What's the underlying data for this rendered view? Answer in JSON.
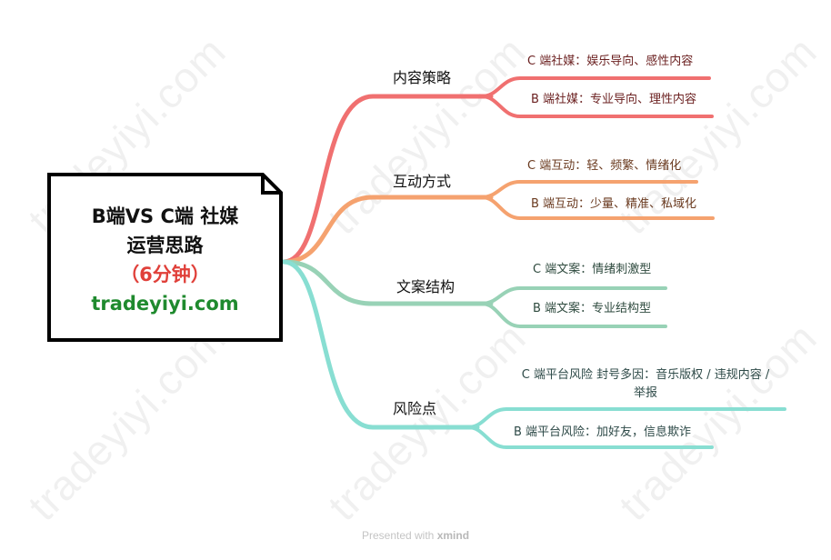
{
  "watermark": "tradeyiyi.com",
  "root": {
    "line1": "B端VS C端 社媒",
    "line2": "运营思路",
    "line3": "（6分钟）",
    "line4": "tradeyiyi.com"
  },
  "branches": [
    {
      "label": "内容策略",
      "color": "#F07070",
      "children": [
        {
          "text": "C 端社媒：娱乐导向、感性内容"
        },
        {
          "text": "B 端社媒：专业导向、理性内容"
        }
      ]
    },
    {
      "label": "互动方式",
      "color": "#F5A26F",
      "children": [
        {
          "text": "C 端互动：轻、频繁、情绪化"
        },
        {
          "text": "B 端互动：少量、精准、私域化"
        }
      ]
    },
    {
      "label": "文案结构",
      "color": "#98D2B6",
      "children": [
        {
          "text": "C 端文案：情绪刺激型"
        },
        {
          "text": "B 端文案：专业结构型"
        }
      ]
    },
    {
      "label": "风险点",
      "color": "#88DED2",
      "children": [
        {
          "text_line1": "C 端平台风险  封号多因：音乐版权 / 违规内容 /",
          "text_line2": "举报"
        },
        {
          "text": "B 端平台风险：加好友，信息欺诈"
        }
      ]
    }
  ],
  "footer": {
    "prefix": "Presented with ",
    "brand": "xmind"
  }
}
